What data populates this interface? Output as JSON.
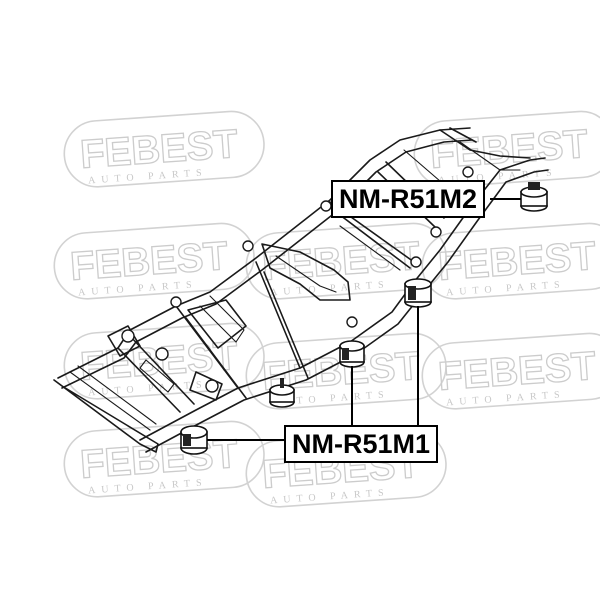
{
  "brand": {
    "watermark": "FEBEST",
    "watermark_sub": "AUTO PARTS"
  },
  "labels": {
    "part_upper": "NM-R51M2",
    "part_lower": "NM-R51M1"
  },
  "colors": {
    "line": "#000000",
    "watermark": "#cccccc",
    "background": "#ffffff"
  }
}
